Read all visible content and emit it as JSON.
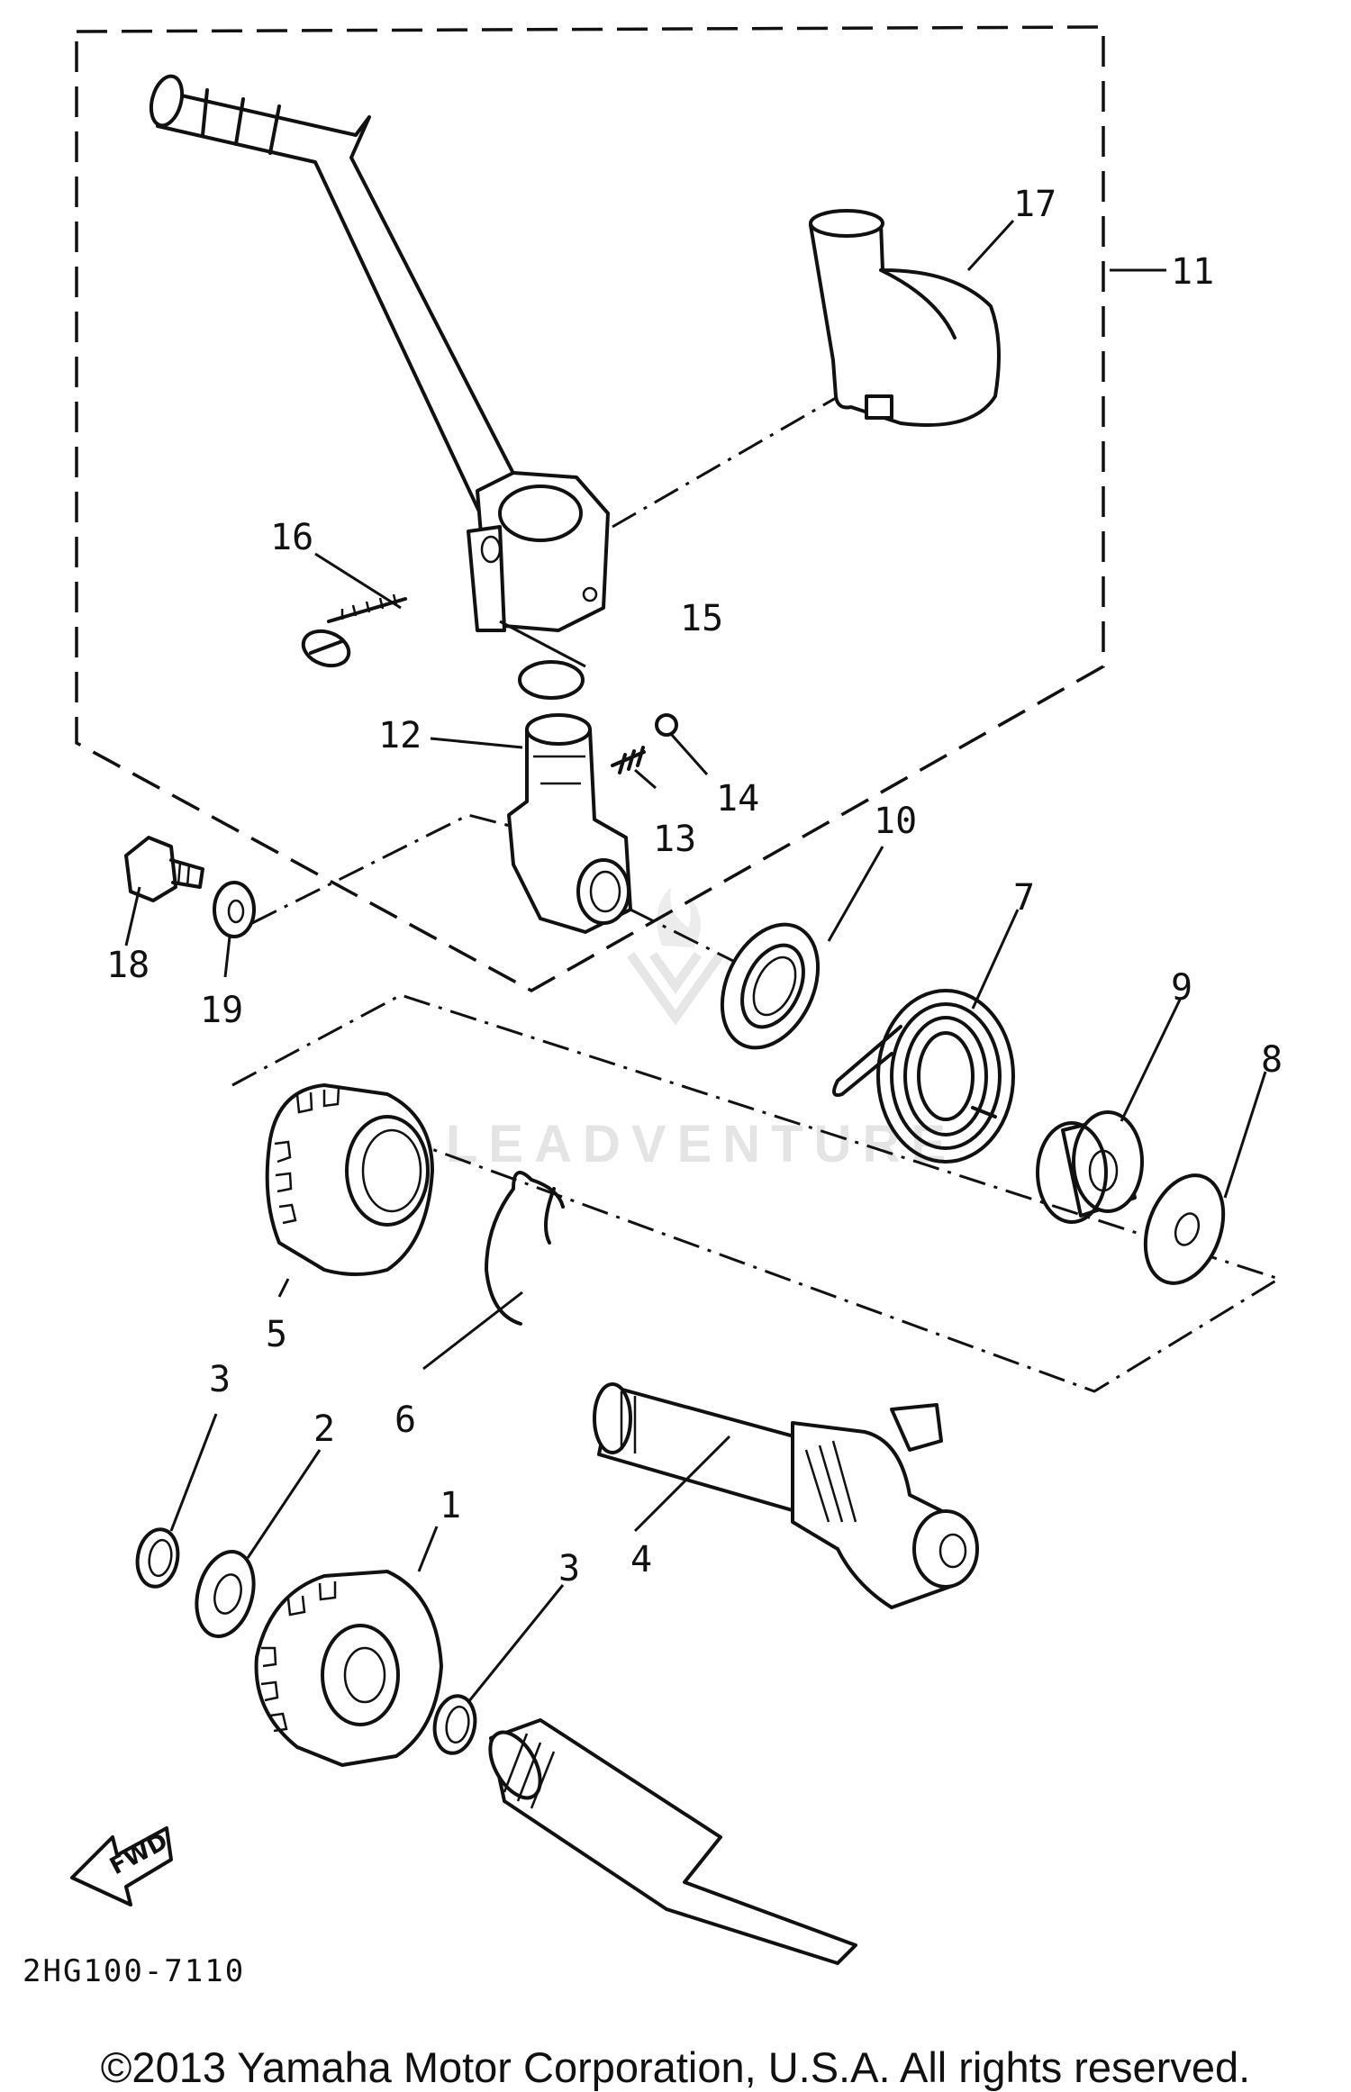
{
  "callouts": {
    "c1": "1",
    "c2": "2",
    "c3a": "3",
    "c3b": "3",
    "c4": "4",
    "c5": "5",
    "c6": "6",
    "c7": "7",
    "c8": "8",
    "c9": "9",
    "c10": "10",
    "c11": "11",
    "c12": "12",
    "c13": "13",
    "c14": "14",
    "c15": "15",
    "c16": "16",
    "c17": "17",
    "c18": "18",
    "c19": "19"
  },
  "fwd_label": "FWD",
  "diagram_code": "2HG100-7110",
  "watermark": "LEADVENTURE",
  "copyright": "©2013 Yamaha Motor Corporation, U.S.A. All rights reserved."
}
